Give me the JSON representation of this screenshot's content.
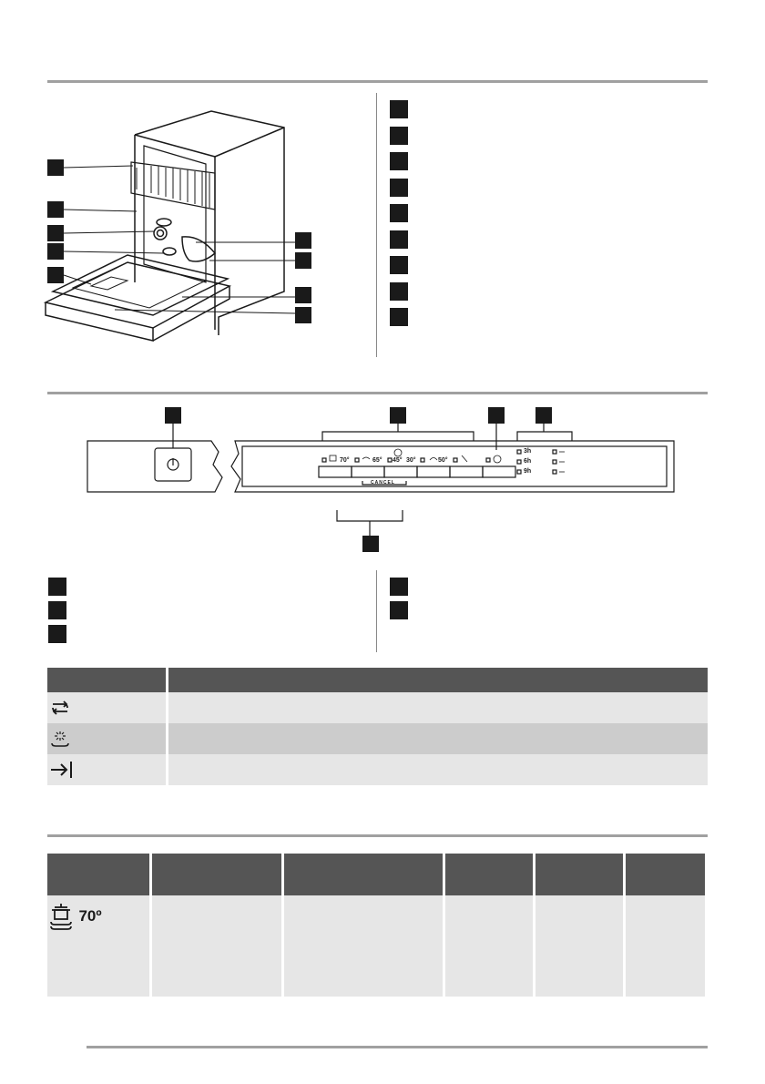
{
  "control_panel": {
    "prog_1_temp": "70°",
    "prog_2_temp": "65°",
    "prog_3_temp": "45°",
    "prog_3_temp_b": "30°",
    "prog_4_temp": "50°",
    "cancel_label": "CANCEL",
    "delay_3h": "3h",
    "delay_6h": "6h",
    "delay_9h": "9h"
  },
  "symbol_table": {
    "rows": [
      {
        "icon": "rinse-aid-icon"
      },
      {
        "icon": "salt-icon"
      },
      {
        "icon": "end-of-programme-icon"
      }
    ]
  },
  "programme_table": {
    "first_programme_temp": "70º"
  },
  "colors": {
    "header_fill": "#555555",
    "row_light": "#e6e6e6",
    "row_mid": "#cccccc",
    "rule": "#a0a0a0",
    "callout": "#1a1a1a"
  }
}
